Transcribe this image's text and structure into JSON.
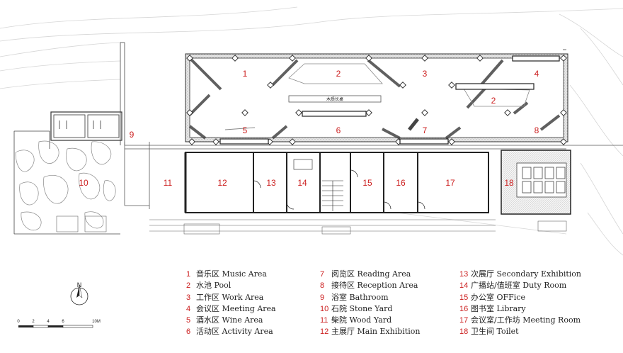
{
  "plan": {
    "wood_table_label": "木质长桌",
    "room_numbers": [
      "1",
      "2",
      "3",
      "4",
      "2",
      "5",
      "6",
      "7",
      "8",
      "9",
      "10",
      "11",
      "12",
      "13",
      "14",
      "15",
      "16",
      "17",
      "18"
    ]
  },
  "legend": {
    "columns": [
      [
        {
          "num": "1",
          "label": "音乐区 Music Area"
        },
        {
          "num": "2",
          "label": "水池 Pool"
        },
        {
          "num": "3",
          "label": "工作区 Work Area"
        },
        {
          "num": "4",
          "label": "会议区 Meeting Area"
        },
        {
          "num": "5",
          "label": "酒水区 Wine Area"
        },
        {
          "num": "6",
          "label": "活动区 Activity Area"
        }
      ],
      [
        {
          "num": "7",
          "label": "阅览区 Reading Area"
        },
        {
          "num": "8",
          "label": "接待区 Reception Area"
        },
        {
          "num": "9",
          "label": "浴室 Bathroom"
        },
        {
          "num": "10",
          "label": "石院 Stone Yard"
        },
        {
          "num": "11",
          "label": "柴院 Wood Yard"
        },
        {
          "num": "12",
          "label": "主展厅 Main Exhibition"
        }
      ],
      [
        {
          "num": "13",
          "label": "次展厅 Secondary Exhibition"
        },
        {
          "num": "14",
          "label": "广播站/值班室 Duty Room"
        },
        {
          "num": "15",
          "label": "办公室 OFFice"
        },
        {
          "num": "16",
          "label": "图书室 Library"
        },
        {
          "num": "17",
          "label": "会议室/工作坊 Meeting Room"
        },
        {
          "num": "18",
          "label": "卫生间 Toilet"
        }
      ]
    ]
  },
  "compass": {
    "north": "N"
  },
  "scale_bar": {
    "ticks": [
      "0",
      "2",
      "4",
      "6",
      "10M"
    ]
  },
  "colors": {
    "label_red": "#cc1f1f",
    "line": "#333333",
    "wall_fill": "#d9d9d9"
  }
}
